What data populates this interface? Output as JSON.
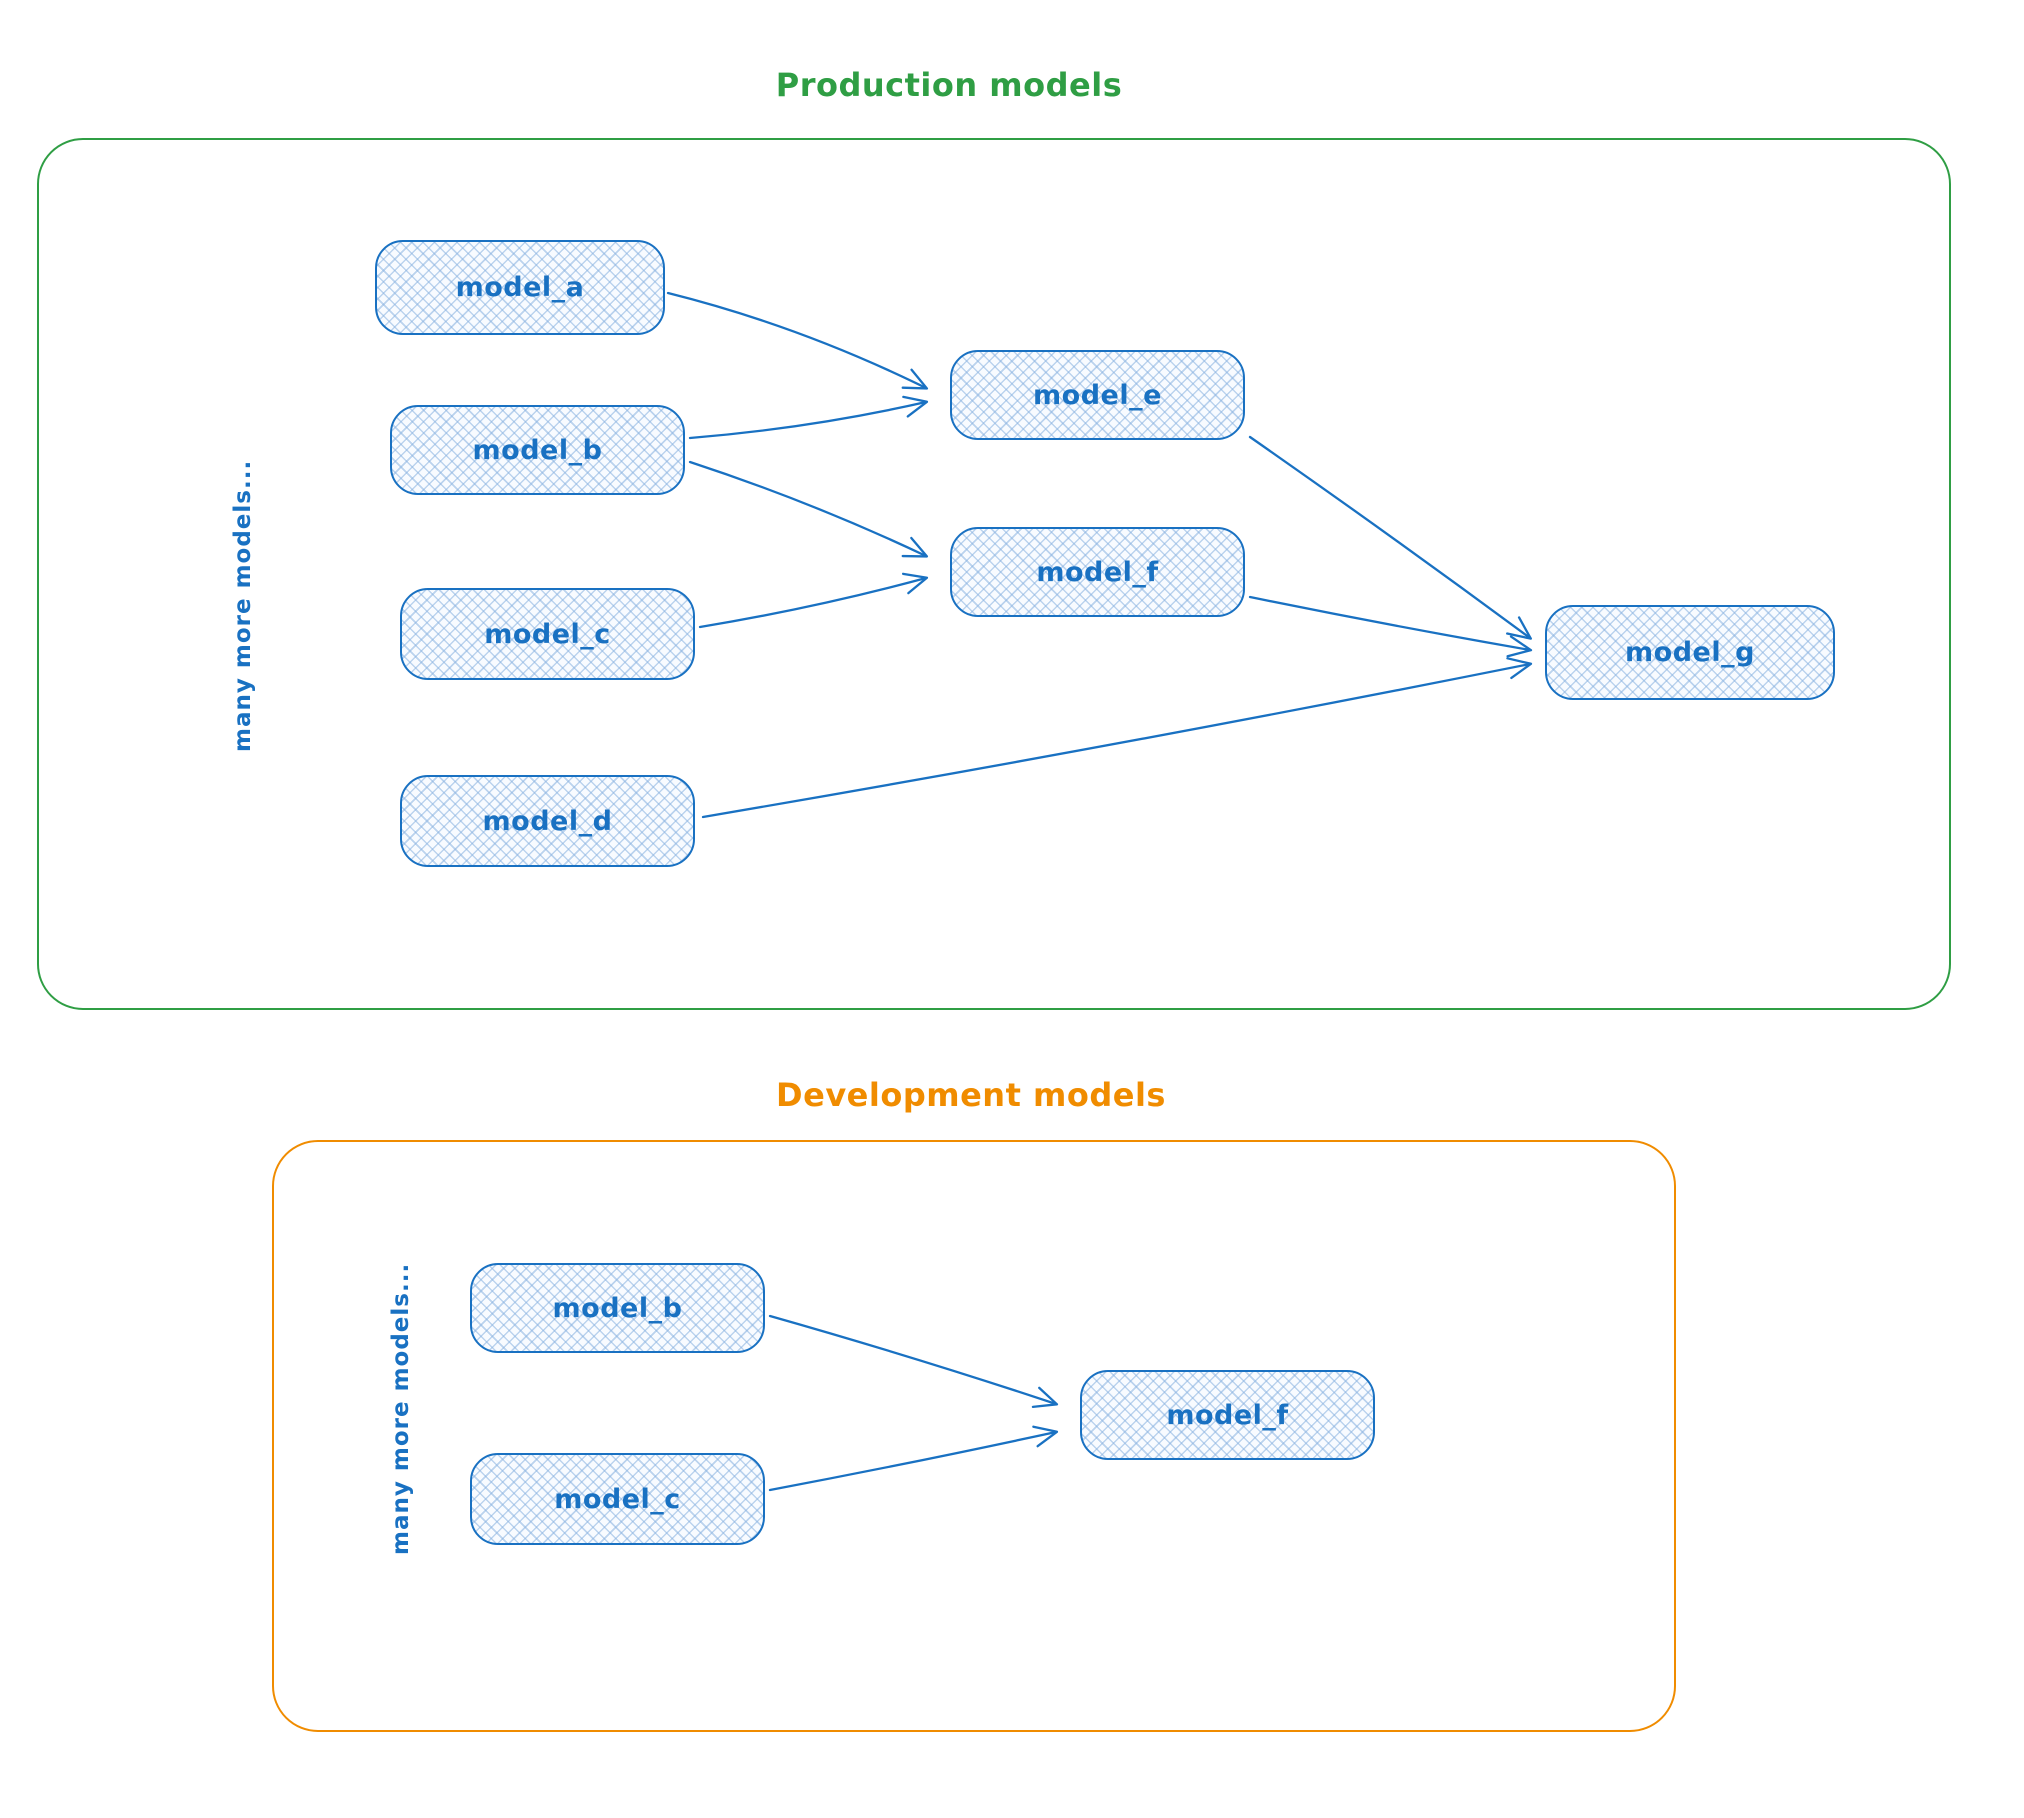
{
  "diagram": {
    "production": {
      "title": "Production models",
      "side_label": "many more models...",
      "nodes": {
        "a": "model_a",
        "b": "model_b",
        "c": "model_c",
        "d": "model_d",
        "e": "model_e",
        "f": "model_f",
        "g": "model_g"
      },
      "edges": [
        "model_a -> model_e",
        "model_b -> model_e",
        "model_b -> model_f",
        "model_c -> model_f",
        "model_d -> model_g",
        "model_e -> model_g",
        "model_f -> model_g"
      ]
    },
    "development": {
      "title": "Development models",
      "side_label": "many more models...",
      "nodes": {
        "b": "model_b",
        "c": "model_c",
        "f": "model_f"
      },
      "edges": [
        "model_b -> model_f",
        "model_c -> model_f"
      ]
    },
    "colors": {
      "production_accent": "#2f9e44",
      "development_accent": "#f08c00",
      "node_stroke": "#1971c2",
      "node_fill_hatch": "#89b2e0"
    }
  }
}
